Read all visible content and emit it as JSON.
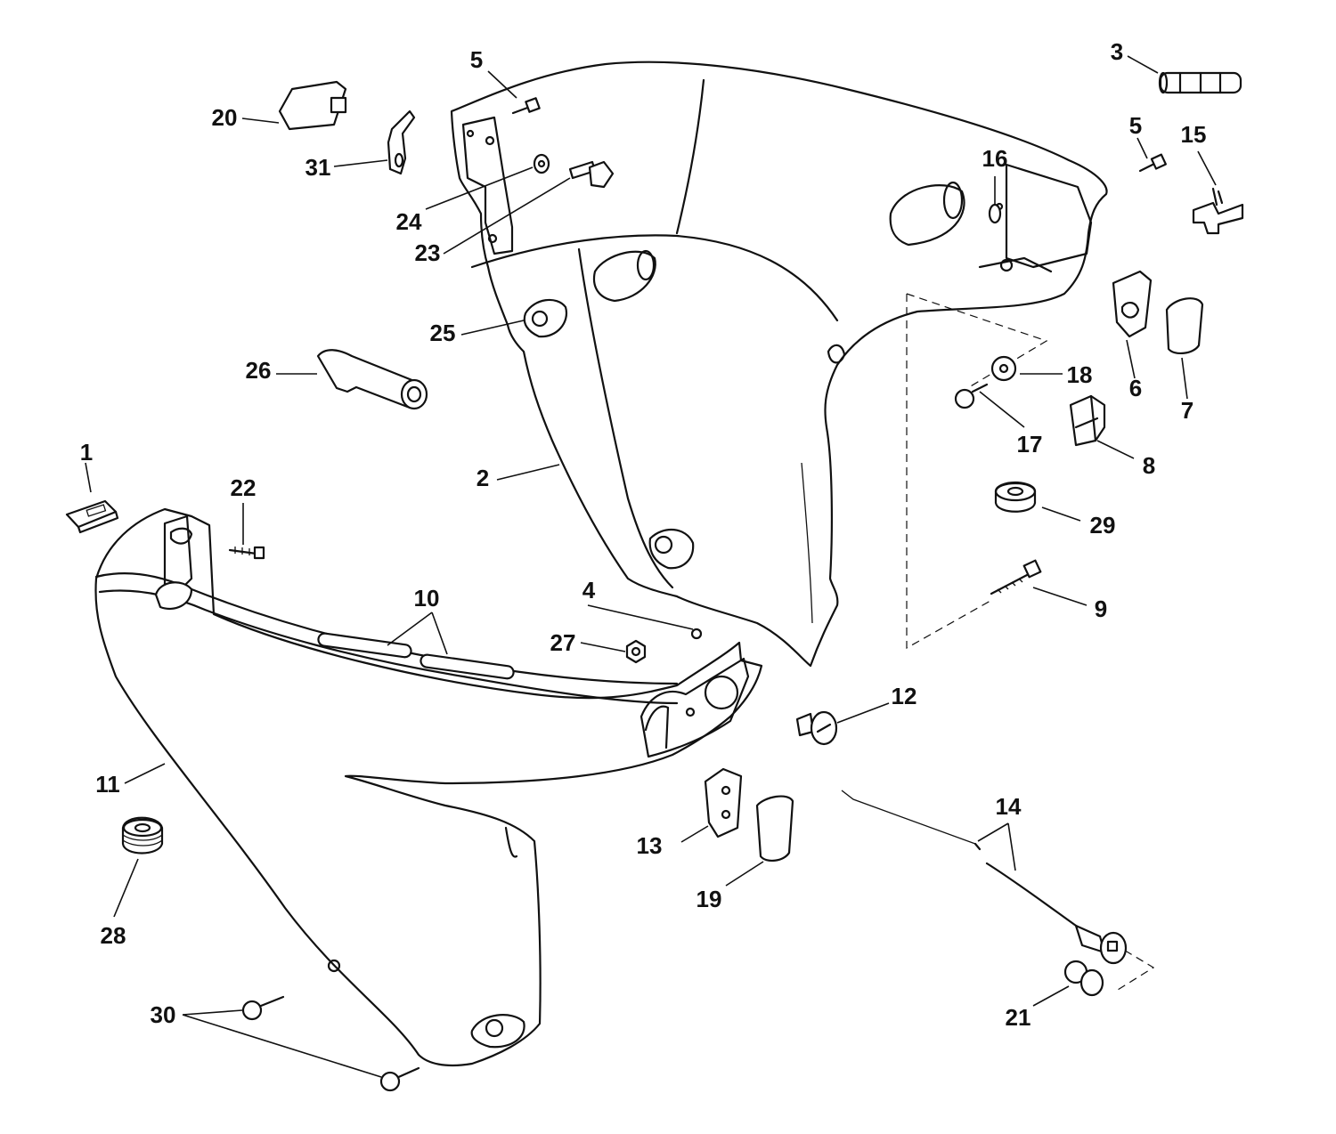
{
  "callouts": [
    {
      "id": "c1",
      "label": "1"
    },
    {
      "id": "c2",
      "label": "2"
    },
    {
      "id": "c3",
      "label": "3"
    },
    {
      "id": "c4",
      "label": "4"
    },
    {
      "id": "c5a",
      "label": "5"
    },
    {
      "id": "c5b",
      "label": "5"
    },
    {
      "id": "c6",
      "label": "6"
    },
    {
      "id": "c7",
      "label": "7"
    },
    {
      "id": "c8",
      "label": "8"
    },
    {
      "id": "c9",
      "label": "9"
    },
    {
      "id": "c10",
      "label": "10"
    },
    {
      "id": "c11",
      "label": "11"
    },
    {
      "id": "c12",
      "label": "12"
    },
    {
      "id": "c13",
      "label": "13"
    },
    {
      "id": "c14",
      "label": "14"
    },
    {
      "id": "c15",
      "label": "15"
    },
    {
      "id": "c16",
      "label": "16"
    },
    {
      "id": "c17",
      "label": "17"
    },
    {
      "id": "c18",
      "label": "18"
    },
    {
      "id": "c19",
      "label": "19"
    },
    {
      "id": "c20",
      "label": "20"
    },
    {
      "id": "c21",
      "label": "21"
    },
    {
      "id": "c22",
      "label": "22"
    },
    {
      "id": "c23",
      "label": "23"
    },
    {
      "id": "c24",
      "label": "24"
    },
    {
      "id": "c25",
      "label": "25"
    },
    {
      "id": "c26",
      "label": "26"
    },
    {
      "id": "c27",
      "label": "27"
    },
    {
      "id": "c28",
      "label": "28"
    },
    {
      "id": "c29",
      "label": "29"
    },
    {
      "id": "c30",
      "label": "30"
    },
    {
      "id": "c31",
      "label": "31"
    }
  ],
  "colors": {
    "ink": "#111111",
    "paper": "#ffffff"
  }
}
